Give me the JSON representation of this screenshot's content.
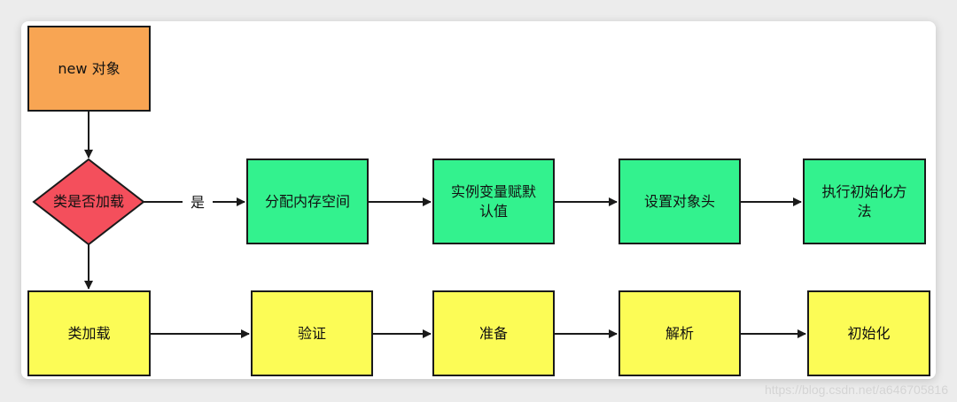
{
  "diagram": {
    "start": "new 对象",
    "decision": "类是否加载",
    "yes_label": "是",
    "alloc_steps": [
      "分配内存空间",
      "实例变量赋默认值",
      "设置对象头",
      "执行初始化方法"
    ],
    "load_steps": [
      "类加载",
      "验证",
      "准备",
      "解析",
      "初始化"
    ]
  },
  "colors": {
    "start": "#f8a553",
    "decision": "#f44f5c",
    "alloc": "#33f28e",
    "load": "#fcfc56"
  },
  "watermark": "https://blog.csdn.net/a646705816"
}
